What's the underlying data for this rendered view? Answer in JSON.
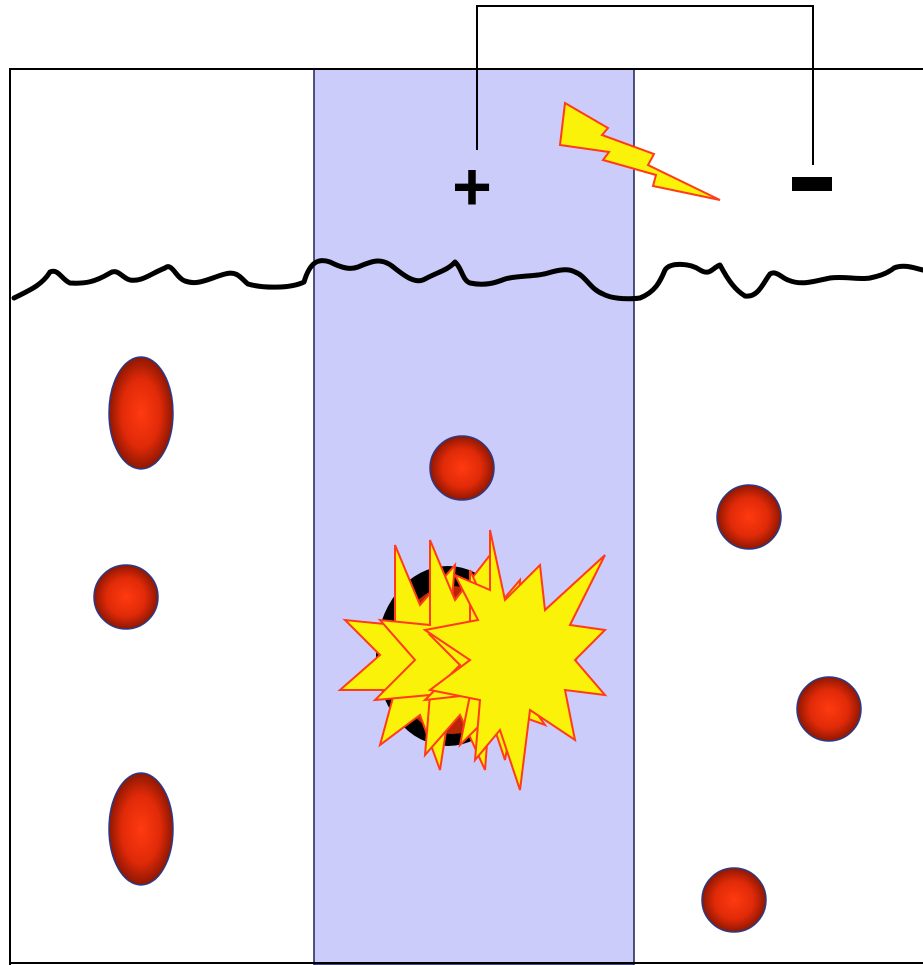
{
  "diagram": {
    "anode_symbol": "+",
    "cathode_symbol": "−",
    "colors": {
      "background": "#ffffff",
      "outline": "#000000",
      "center_band": "#ccccfa",
      "cell_center": "#ff3a10",
      "cell_edge": "#7a1200",
      "cell_stroke": "#2b3a8a",
      "spark_fill": "#fbf209",
      "spark_stroke": "#ff3b1a",
      "electroporated_cell": "#000000"
    },
    "icons": {
      "lightning": "lightning-bolt-icon",
      "burst": "spark-burst-icon"
    },
    "left_section_cells": [
      {
        "shape": "ellipse"
      },
      {
        "shape": "circle"
      },
      {
        "shape": "ellipse"
      }
    ],
    "center_section_cells": [
      {
        "shape": "circle"
      },
      {
        "shape": "circle",
        "state": "electroporated"
      }
    ],
    "right_section_cells": [
      {
        "shape": "circle"
      },
      {
        "shape": "circle"
      },
      {
        "shape": "circle"
      }
    ]
  }
}
